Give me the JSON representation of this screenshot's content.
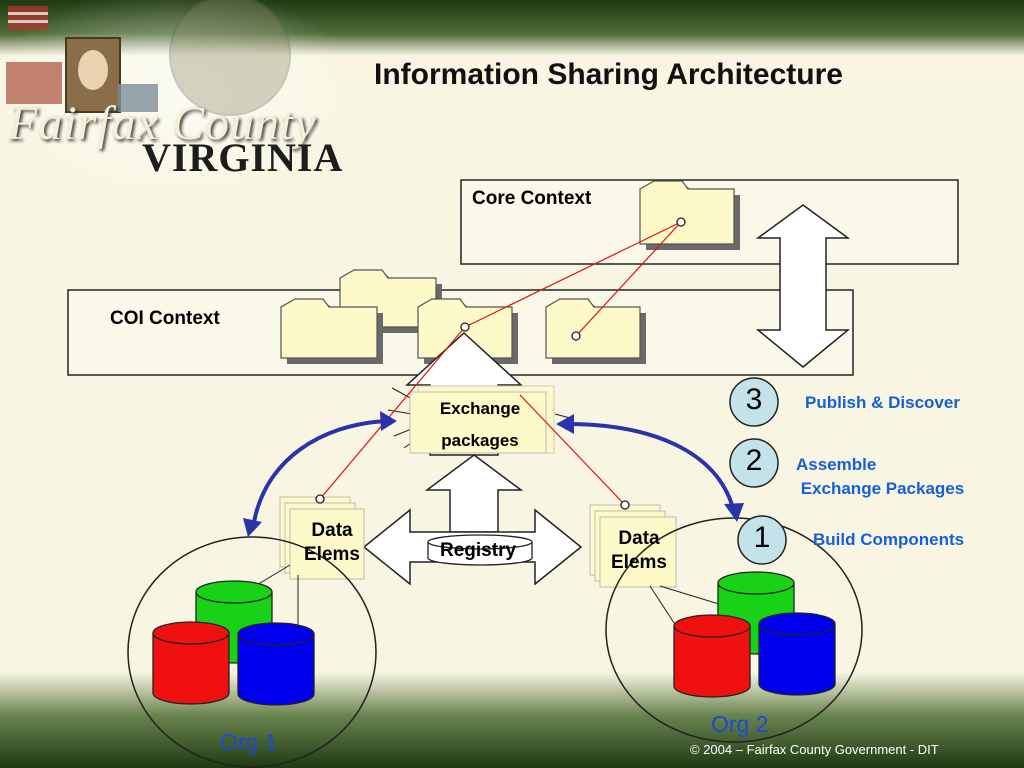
{
  "title": "Information Sharing Architecture",
  "logo": {
    "line1": "Fairfax County",
    "line2": "VIRGINIA"
  },
  "contexts": {
    "core": "Core Context",
    "coi": "COI Context"
  },
  "steps": [
    {
      "number": "3",
      "label": "Publish & Discover"
    },
    {
      "number": "2",
      "label": "Assemble\n Exchange Packages"
    },
    {
      "number": "1",
      "label": "Build Components"
    }
  ],
  "exchange_packages": "Exchange\npackages",
  "registry": "Registry",
  "data_elems": "Data\nElems",
  "orgs": {
    "org1": "Org 1",
    "org2": "Org 2"
  },
  "footer": "© 2004 – Fairfax County Government - DIT",
  "colors": {
    "background": "#f8f6e2",
    "header_band": "#2a4a18",
    "step_text": "#1560d8",
    "org_text": "#1a4ad8",
    "db_green": "#18d218",
    "db_red": "#f01010",
    "db_blue": "#0000ee",
    "arc_blue": "#2b33a8",
    "link_red": "#e01010"
  }
}
